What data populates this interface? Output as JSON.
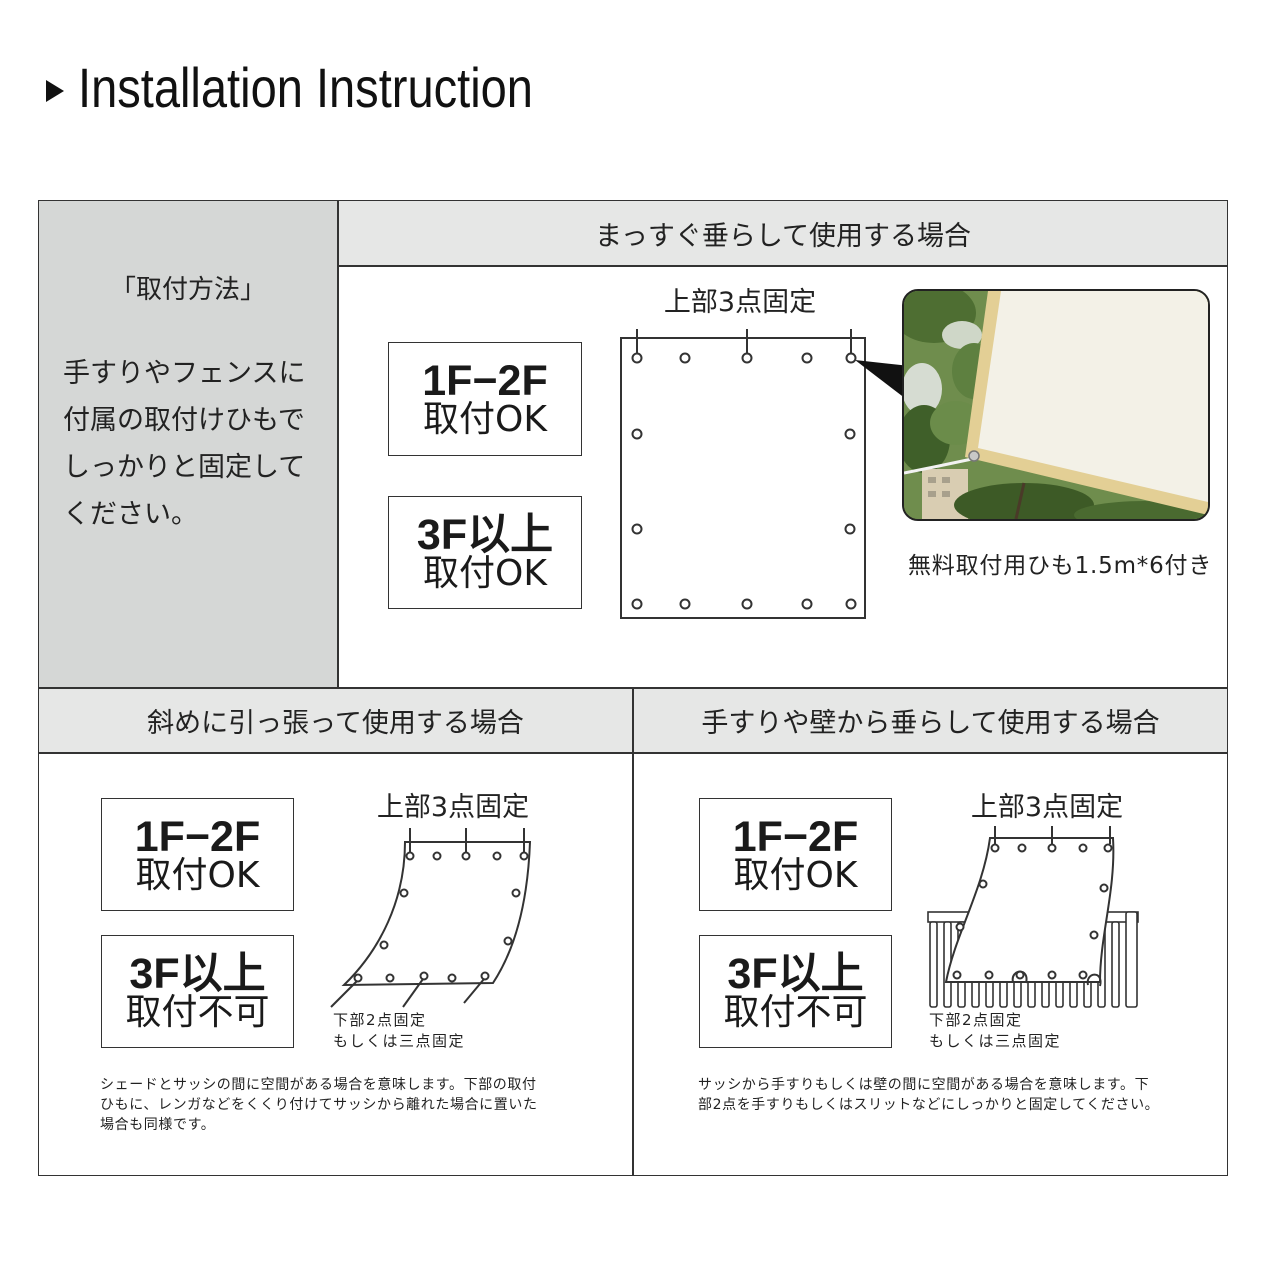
{
  "title": {
    "text": "Installation Instruction",
    "icon": "triangle-right-icon"
  },
  "method": {
    "heading": "「取付方法」",
    "lines": [
      "手すりやフェンスに",
      "付属の取付けひもで",
      "しっかりと固定して",
      "ください。"
    ]
  },
  "straight": {
    "header": "まっすぐ垂らして使用する場合",
    "boxes": [
      {
        "floors": "1F−2F",
        "status": "取付OK"
      },
      {
        "floors": "3F以上",
        "status": "取付OK"
      }
    ],
    "top_label": "上部3点固定",
    "photo_caption": "無料取付用ひも1.5m*6付き"
  },
  "diagonal": {
    "header": "斜めに引っ張って使用する場合",
    "boxes": [
      {
        "floors": "1F−2F",
        "status": "取付OK"
      },
      {
        "floors": "3F以上",
        "status": "取付不可"
      }
    ],
    "top_label": "上部3点固定",
    "bottom_label": [
      "下部2点固定",
      "もしくは三点固定"
    ],
    "note": [
      "シェードとサッシの間に空間がある場合を意味します。下部の取付",
      "ひもに、レンガなどをくくり付けてサッシから離れた場合に置いた",
      "場合も同様です。"
    ]
  },
  "railing": {
    "header": "手すりや壁から垂らして使用する場合",
    "boxes": [
      {
        "floors": "1F−2F",
        "status": "取付OK"
      },
      {
        "floors": "3F以上",
        "status": "取付不可"
      }
    ],
    "top_label": "上部3点固定",
    "bottom_label": [
      "下部2点固定",
      "もしくは三点固定"
    ],
    "note": [
      "サッシから手すりもしくは壁の間に空間がある場合を意味します。下",
      "部2点を手すりもしくはスリットなどにしっかりと固定してください。"
    ]
  },
  "colors": {
    "method_panel": "#d5d7d6",
    "header_band": "#e6e7e6",
    "line": "#333333"
  }
}
